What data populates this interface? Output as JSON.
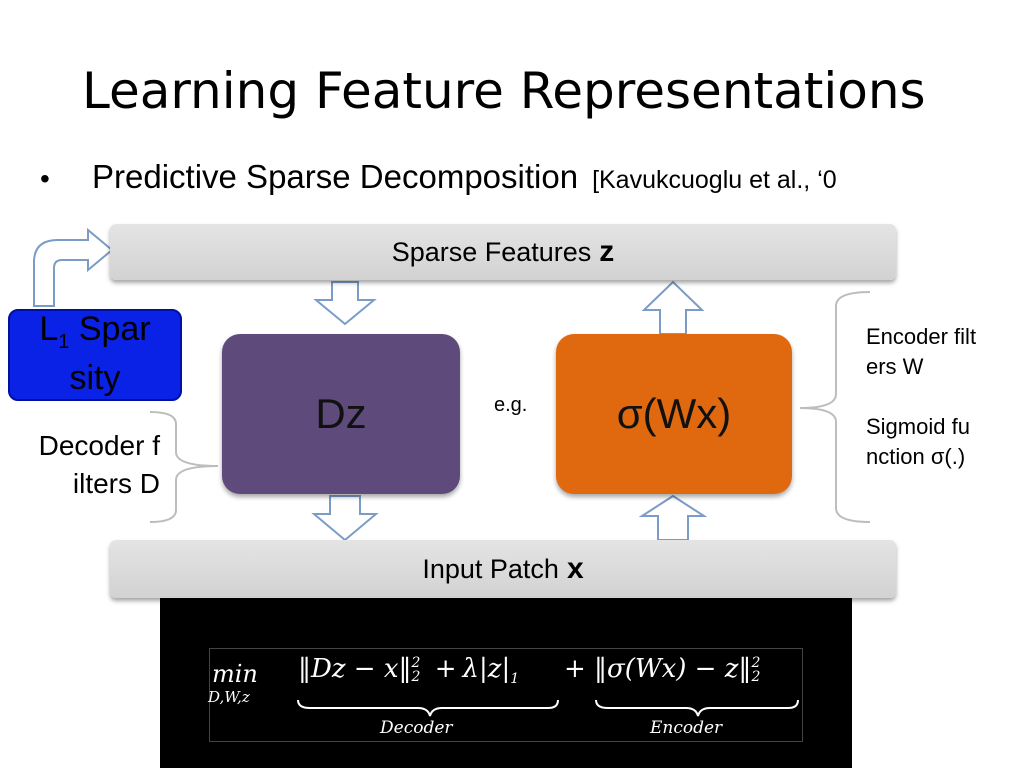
{
  "slide": {
    "title": "Learning Feature Representations",
    "bullet": {
      "marker": "•",
      "text": "Predictive Sparse Decomposition",
      "citation": "[Kavukcuoglu et al., ‘0"
    }
  },
  "diagram": {
    "top_bar": {
      "label": "Sparse Features",
      "bold": "z"
    },
    "bottom_bar": {
      "label": "Input Patch",
      "bold": "x"
    },
    "decoder_box": {
      "label": "Dz"
    },
    "encoder_box": {
      "label": "σ(Wx)"
    },
    "eg_label": "e.g.",
    "l1_box": {
      "line1_L": "L",
      "line1_sub": "1",
      "line1_rest": " Spar",
      "line2": "sity"
    },
    "decoder_label": {
      "line1": "Decoder f",
      "line2": "ilters D"
    },
    "encoder_label": {
      "line1": "Encoder filt",
      "line2": "ers W",
      "line3": "Sigmoid fu",
      "line4": "nction σ(.)"
    }
  },
  "equation": {
    "min": "min",
    "min_sub": "D,W,z",
    "decoder_term": "‖Dz − x‖",
    "decoder_exp": "2",
    "decoder_sub": "2",
    "plus1": "+",
    "lambda_term": "λ|z|",
    "lambda_sub": "1",
    "plus2": "+",
    "encoder_term": "‖σ(Wx) − z‖",
    "encoder_exp": "2",
    "encoder_sub": "2",
    "decoder_brace_label": "Decoder",
    "encoder_brace_label": "Encoder"
  },
  "colors": {
    "purple_box": "#5e4b7c",
    "orange_box": "#e0690f",
    "blue_box": "#0a22e6",
    "bar_gray": "#d9d9d9",
    "arrow_stroke": "#7a9cc6"
  }
}
